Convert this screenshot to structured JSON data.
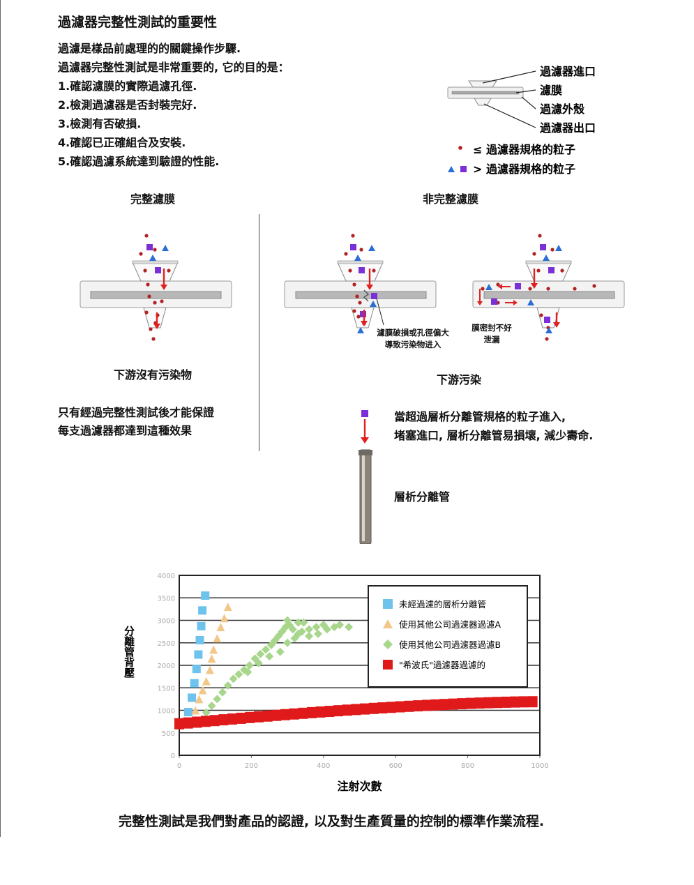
{
  "title": "過濾器完整性測試的重要性",
  "intro": [
    "過濾是樣品前處理的的關鍵操作步驟.",
    "過濾器完整性測試是非常重要的, 它的目的是：",
    "1.確認濾膜的實際過濾孔徑.",
    "2.檢測過濾器是否封裝完好.",
    "3.檢測有否破損.",
    "4.確認已正確組合及安裝.",
    "5.確認過濾系統達到驗證的性能."
  ],
  "filter_parts": {
    "inlet": "過濾器進口",
    "membrane": "濾膜",
    "housing": "過濾外殼",
    "outlet": "過濾器出口"
  },
  "particle_legend": {
    "small": "≤ 過濾器規格的粒子",
    "large": "> 過濾器規格的粒子"
  },
  "sections": {
    "intact": "完整濾膜",
    "nonintact": "非完整濾膜",
    "intact_result": "下游沒有污染物",
    "nonintact_result": "下游污染",
    "damage_note_1": "濾膜破損或孔徑偏大",
    "damage_note_2": "導致污染物进入",
    "seal_note_1": "膜密封不好",
    "seal_note_2": "泄漏",
    "guarantee_1": "只有經過完整性測試後才能保證",
    "guarantee_2": "每支過濾器都達到這種效果",
    "column_note_1": "當超過層析分離管規格的粒子進入,",
    "column_note_2": "堵塞進口, 層析分離管易損壞, 減少壽命.",
    "column_label": "層析分離管"
  },
  "colors": {
    "small_particle": "#b22222",
    "large_square": "#7b2fd6",
    "large_triangle": "#2a6fd6",
    "arrow": "#e02020",
    "membrane": "#b8b8b8"
  },
  "chart_data": {
    "type": "scatter",
    "xlabel": "注射次數",
    "ylabel": "分離管背壓",
    "xlim": [
      0,
      1000
    ],
    "ylim": [
      0,
      4000
    ],
    "xticks": [
      0,
      200,
      400,
      600,
      800,
      1000
    ],
    "yticks": [
      0,
      500,
      1000,
      1500,
      2000,
      2500,
      3000,
      3500,
      4000
    ],
    "legend_position": "top-right",
    "grid": true,
    "series": [
      {
        "name": "未經過濾的層析分離管",
        "marker": "square",
        "color": "#6ec3ec",
        "points": [
          [
            25,
            960
          ],
          [
            35,
            1280
          ],
          [
            42,
            1600
          ],
          [
            48,
            1920
          ],
          [
            53,
            2240
          ],
          [
            57,
            2560
          ],
          [
            61,
            2870
          ],
          [
            64,
            3220
          ],
          [
            72,
            3550
          ]
        ]
      },
      {
        "name": "使用其他公司過濾器過濾A",
        "marker": "triangle",
        "color": "#f2c88a",
        "points": [
          [
            45,
            1000
          ],
          [
            55,
            1250
          ],
          [
            65,
            1450
          ],
          [
            75,
            1650
          ],
          [
            85,
            1900
          ],
          [
            90,
            2150
          ],
          [
            95,
            2350
          ],
          [
            105,
            2600
          ],
          [
            115,
            2850
          ],
          [
            125,
            3050
          ],
          [
            135,
            3300
          ]
        ]
      },
      {
        "name": "使用其他公司過濾器過濾B",
        "marker": "diamond",
        "color": "#a8d68c",
        "points": [
          [
            75,
            950
          ],
          [
            90,
            1100
          ],
          [
            105,
            1250
          ],
          [
            120,
            1400
          ],
          [
            135,
            1550
          ],
          [
            150,
            1700
          ],
          [
            165,
            1800
          ],
          [
            180,
            1900
          ],
          [
            195,
            2000
          ],
          [
            210,
            2150
          ],
          [
            225,
            2250
          ],
          [
            240,
            2350
          ],
          [
            255,
            2450
          ],
          [
            265,
            2550
          ],
          [
            275,
            2650
          ],
          [
            285,
            2750
          ],
          [
            295,
            2850
          ],
          [
            305,
            2900
          ],
          [
            315,
            2800
          ],
          [
            330,
            2700
          ],
          [
            345,
            2950
          ],
          [
            360,
            2800
          ],
          [
            380,
            2850
          ],
          [
            400,
            2900
          ],
          [
            430,
            2850
          ],
          [
            470,
            2850
          ],
          [
            190,
            1850
          ],
          [
            220,
            2050
          ],
          [
            250,
            2200
          ],
          [
            280,
            2300
          ],
          [
            300,
            2500
          ],
          [
            320,
            2600
          ],
          [
            340,
            2750
          ],
          [
            360,
            2650
          ],
          [
            385,
            2700
          ],
          [
            410,
            2800
          ],
          [
            445,
            2900
          ],
          [
            300,
            3000
          ],
          [
            330,
            2950
          ]
        ]
      },
      {
        "name": "\"希波氏\"過濾器過濾的",
        "marker": "square",
        "color": "#e01a1a",
        "x_start": 0,
        "x_end": 980,
        "y_start": 700,
        "y_end": 1190
      }
    ]
  }
}
